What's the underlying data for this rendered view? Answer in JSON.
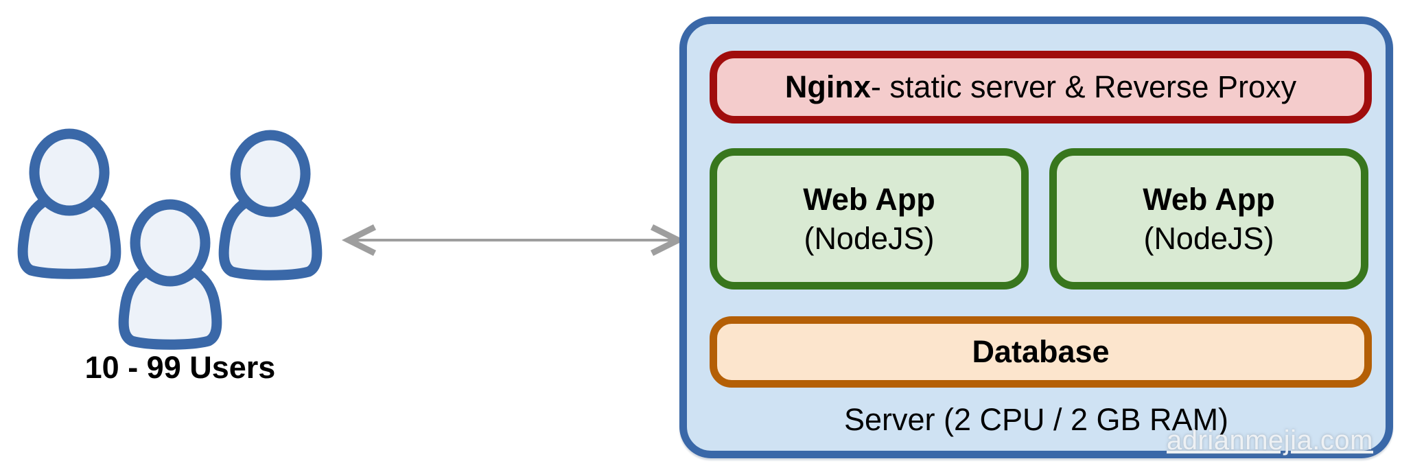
{
  "users": {
    "label": "10 - 99 Users",
    "icon_count": 3,
    "icon": "user-icon"
  },
  "arrow": {
    "icon": "bidirectional-arrow-icon",
    "color": "#9e9e9e"
  },
  "server": {
    "label": "Server (2 CPU / 2 GB RAM)",
    "nginx": {
      "name": "Nginx",
      "description": " - static server & Reverse Proxy"
    },
    "web_apps": [
      {
        "title": "Web App",
        "runtime": "(NodeJS)"
      },
      {
        "title": "Web App",
        "runtime": "(NodeJS)"
      }
    ],
    "database": {
      "label": "Database"
    }
  },
  "watermark": "adrianmejia.com",
  "colors": {
    "server_fill": "#cfe2f3",
    "server_border": "#3a68a8",
    "nginx_fill": "#f4cccc",
    "nginx_border": "#a00d0d",
    "webapp_fill": "#d9ead3",
    "webapp_border": "#38761d",
    "database_fill": "#fce5cd",
    "database_border": "#b45f06",
    "user_icon_stroke": "#3a68a8",
    "user_icon_fill": "#edf2f9",
    "arrow": "#9e9e9e",
    "text": "#000000"
  }
}
